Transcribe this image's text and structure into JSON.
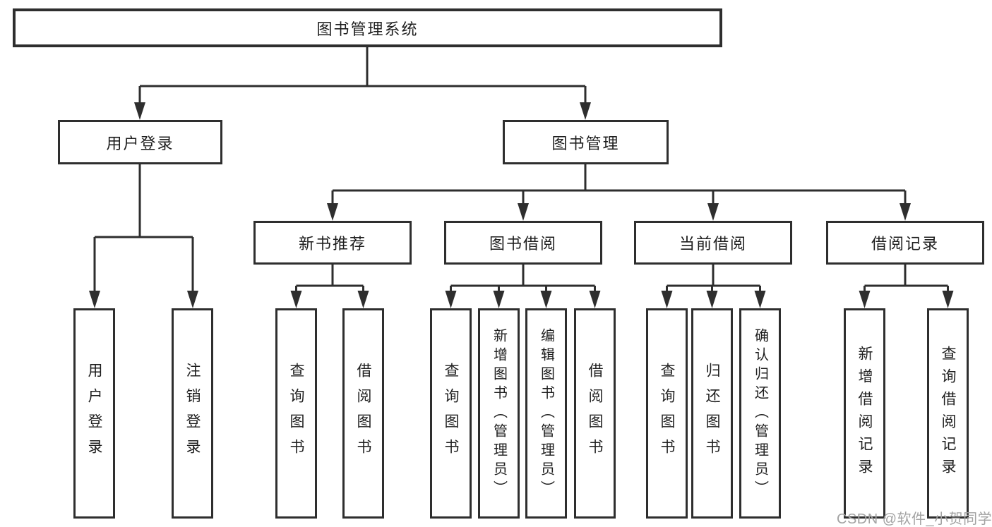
{
  "colors": {
    "line": "#2e2e2e",
    "text": "#1e1e1e",
    "watermark": "#a3a3a3"
  },
  "watermark": {
    "text": "CSDN @软件_小贺同学"
  },
  "tree": {
    "label": "图书管理系统",
    "children": [
      {
        "label": "用户登录",
        "children": [
          {
            "label": "用户登录"
          },
          {
            "label": "注销登录"
          }
        ]
      },
      {
        "label": "图书管理",
        "children": [
          {
            "label": "新书推荐",
            "children": [
              {
                "label": "查询图书"
              },
              {
                "label": "借阅图书"
              }
            ]
          },
          {
            "label": "图书借阅",
            "children": [
              {
                "label": "查询图书"
              },
              {
                "label": "新增图书（管理员）"
              },
              {
                "label": "编辑图书（管理员）"
              },
              {
                "label": "借阅图书"
              }
            ]
          },
          {
            "label": "当前借阅",
            "children": [
              {
                "label": "查询图书"
              },
              {
                "label": "归还图书"
              },
              {
                "label": "确认归还（管理员）"
              }
            ]
          },
          {
            "label": "借阅记录",
            "children": [
              {
                "label": "新增借阅记录"
              },
              {
                "label": "查询借阅记录"
              }
            ]
          }
        ]
      }
    ]
  }
}
